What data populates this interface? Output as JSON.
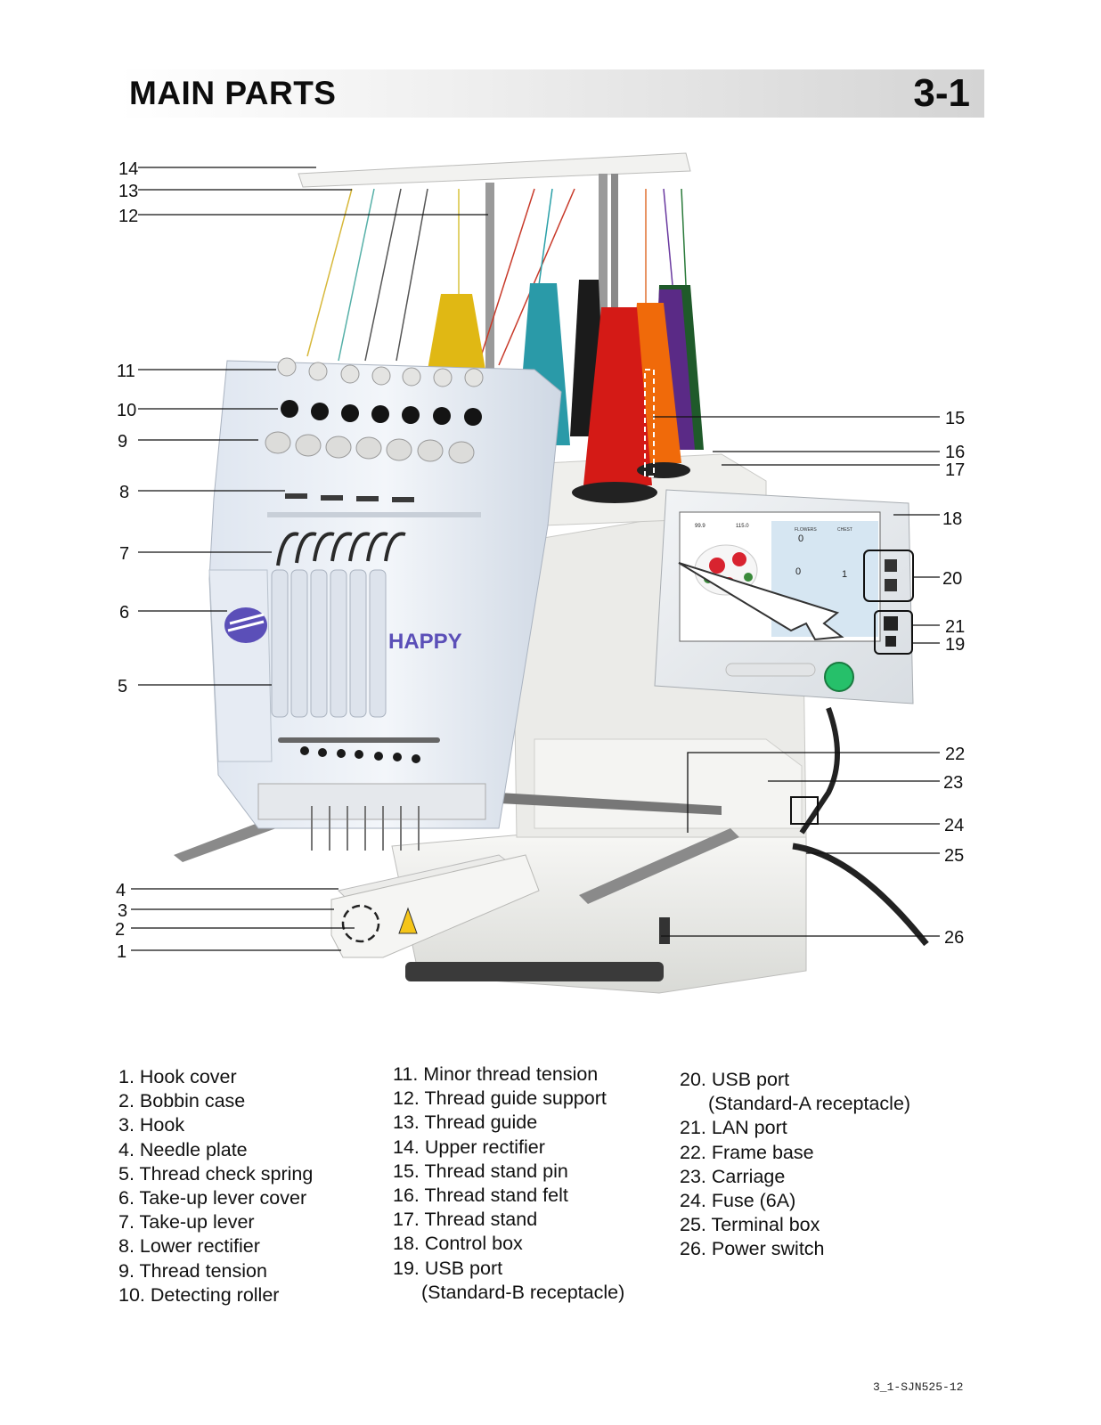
{
  "header": {
    "title": "MAIN PARTS",
    "section": "3-1"
  },
  "callouts": [
    "14",
    "13",
    "12",
    "11",
    "10",
    "9",
    "8",
    "7",
    "6",
    "5",
    "4",
    "3",
    "2",
    "1",
    "15",
    "16",
    "17",
    "18",
    "20",
    "21",
    "19",
    "22",
    "23",
    "24",
    "25",
    "26"
  ],
  "screen": {
    "left_value": "99.9",
    "mid_value": "115.0",
    "field_a": "FLOWERS",
    "field_b": "CHEST",
    "zero_a": "0",
    "zero_b": "0",
    "one": "1"
  },
  "brand": "HAPPY",
  "legend": {
    "col1": [
      "1. Hook cover",
      "2. Bobbin case",
      "3. Hook",
      "4. Needle plate",
      "5. Thread check spring",
      "6. Take-up lever cover",
      "7. Take-up lever",
      "8.  Lower rectifier",
      "9. Thread tension",
      "10. Detecting roller"
    ],
    "col2": [
      "11. Minor thread tension",
      "12. Thread guide support",
      "13. Thread guide",
      "14. Upper rectifier",
      "15. Thread stand pin",
      "16. Thread stand felt",
      "17. Thread stand",
      "18. Control box",
      "19. USB port"
    ],
    "col2_cont": "(Standard-B receptacle)",
    "col3_a": "20. USB port",
    "col3_cont": "(Standard-A receptacle)",
    "col3": [
      "21. LAN port",
      "22. Frame base",
      "23. Carriage",
      "24. Fuse (6A)",
      "25. Terminal box",
      "26. Power switch"
    ]
  },
  "doc_ref": "3_1-SJN525-12",
  "colors": {
    "header_dark": "#d4d4d4",
    "machine_body": "#e8edf5",
    "thread_red": "#d41a16",
    "thread_orange": "#f06a0a",
    "thread_yellow": "#e0b814",
    "thread_teal": "#2a9aa8"
  }
}
